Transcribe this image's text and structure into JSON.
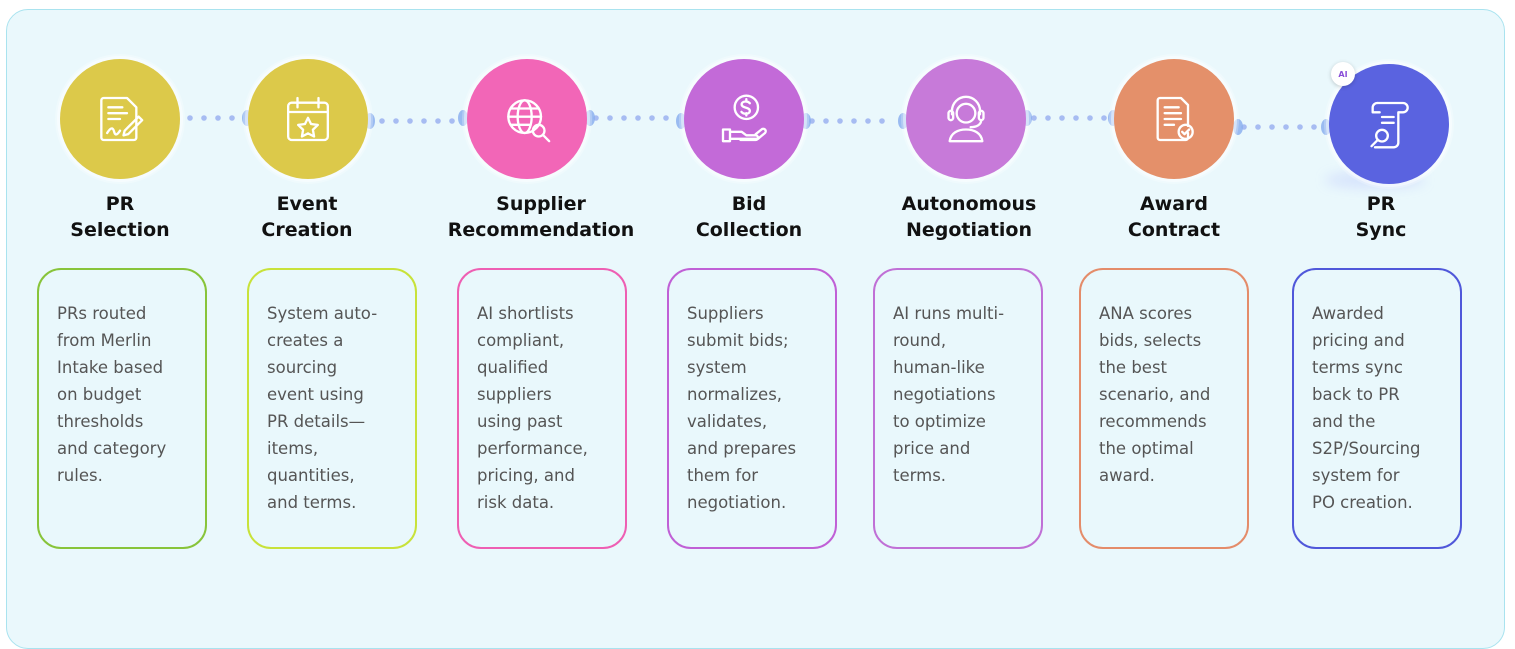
{
  "steps": [
    {
      "title_line1": "PR",
      "title_line2": "Selection",
      "icon": "document-signature-icon",
      "color": "#dcc94a",
      "border": "#88c43a",
      "lines": [
        "PRs routed",
        "from Merlin",
        "Intake based",
        "on budget",
        "thresholds",
        "and category",
        "rules."
      ]
    },
    {
      "title_line1": "Event",
      "title_line2": "Creation",
      "icon": "calendar-star-icon",
      "color": "#dcc94a",
      "border": "#c8e23a",
      "lines": [
        "System auto-",
        "creates a",
        "sourcing",
        "event using",
        "PR details—",
        "items,",
        "quantities,",
        "and terms."
      ]
    },
    {
      "title_line1": "Supplier",
      "title_line2": "Recommendation",
      "icon": "globe-search-icon",
      "color": "#f266b7",
      "border": "#ee5fb3",
      "lines": [
        "AI shortlists",
        "compliant,",
        "qualified",
        "suppliers",
        "using past",
        "performance,",
        "pricing, and",
        "risk data."
      ]
    },
    {
      "title_line1": "Bid",
      "title_line2": "Collection",
      "icon": "hand-coin-icon",
      "color": "#c36ad8",
      "border": "#c060d6",
      "lines": [
        "Suppliers",
        "submit bids;",
        "system",
        "normalizes,",
        "validates,",
        "and prepares",
        "them for",
        "negotiation."
      ]
    },
    {
      "title_line1": "Autonomous",
      "title_line2": "Negotiation",
      "icon": "headset-agent-icon",
      "color": "#c77ad9",
      "border": "#c070d6",
      "lines": [
        "AI runs multi-",
        "round,",
        "human-like",
        "negotiations",
        "to optimize",
        "price and",
        "terms."
      ]
    },
    {
      "title_line1": "Award",
      "title_line2": "Contract",
      "icon": "contract-check-icon",
      "color": "#e4906a",
      "border": "#e48c6a",
      "lines": [
        "ANA scores",
        "bids, selects",
        "the best",
        "scenario, and",
        "recommends",
        "the optimal",
        "award."
      ]
    },
    {
      "title_line1": "PR",
      "title_line2": "Sync",
      "icon": "scroll-search-icon",
      "color": "#5a63e0",
      "border": "#5058da",
      "lines": [
        "Awarded",
        "pricing and",
        "terms sync",
        "back to PR",
        "and the",
        "S2P/Sourcing",
        "system for",
        "PO creation."
      ]
    }
  ],
  "ai_badge": "AI",
  "colors": {
    "panel_bg": "#eaf8fc",
    "panel_border": "#a9e3ef",
    "dots": "#9fb6f0"
  }
}
